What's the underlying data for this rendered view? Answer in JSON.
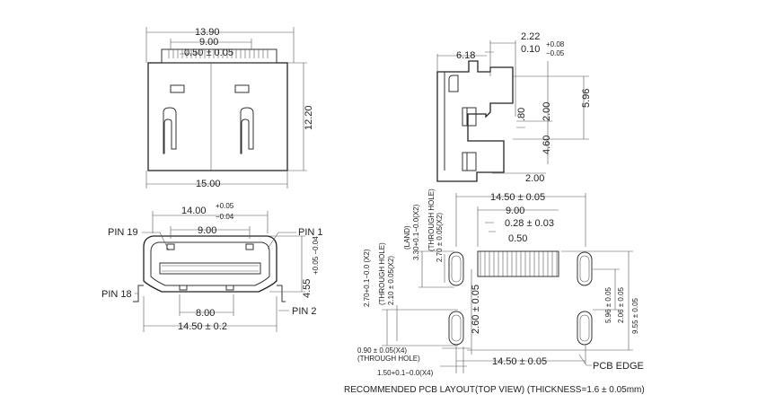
{
  "top_view": {
    "dim_total": "13.90",
    "dim_inner": "9.00",
    "dim_pitch": "0.50 ± 0.05",
    "dim_height": "12.20",
    "dim_width": "15.00"
  },
  "front_view": {
    "dim_width_main": "14.00",
    "dim_width_tol_plus": "+0.05",
    "dim_width_tol_minus": "−0.04",
    "dim_inner": "9.00",
    "dim_height_main": "4.55",
    "dim_height_tol": "+0.05 −0.04",
    "dim_bottom_inner": "8.00",
    "dim_bottom_total": "14.50 ± 0.2",
    "pin_19": "PIN 19",
    "pin_1": "PIN 1",
    "pin_18": "PIN 18",
    "pin_2": "PIN 2"
  },
  "side_view": {
    "dim_222": "2.22",
    "dim_618": "6.18",
    "dim_010": "0.10",
    "dim_010_tol_plus": "+0.08",
    "dim_010_tol_minus": "−0.05",
    "dim_200a": "2.00",
    "dim_596": "5.96",
    "dim_80": ".80",
    "dim_460": "4.60",
    "dim_200b": "2.00"
  },
  "pcb_layout": {
    "dim_1450_top": "14.50 ± 0.05",
    "dim_900": "9.00",
    "dim_028": "0.28 ± 0.03",
    "dim_050": "0.50",
    "land_label": "(LAND)",
    "land_dim": "3.30+0.1−0.0(X2)",
    "th_label_a": "(THROUGH HOLE)",
    "th_dim_a": "2.70 ± 0.05(X2)",
    "left_dim_a": "2.70+0.1−0.0 (X2)",
    "th_label_b": "(THROUGH HOLE)",
    "left_dim_b": "2.10 ± 0.05(X2)",
    "dim_260": "2.60 ± 0.05",
    "dim_596": "5.96 ± 0.05",
    "dim_206": "2.06 ± 0.05",
    "dim_955": "9.55 ± 0.05",
    "dim_090": "0.90 ± 0.05(X4)",
    "th_label_c": "(THROUGH HOLE)",
    "dim_150": "1.50+0.1−0.0(X4)",
    "dim_1450_bottom": "14.50 ± 0.05",
    "pcb_edge": "PCB EDGE",
    "caption": "RECOMMENDED PCB LAYOUT(TOP VIEW)  (THICKNESS=1.6 ± 0.05mm)"
  }
}
